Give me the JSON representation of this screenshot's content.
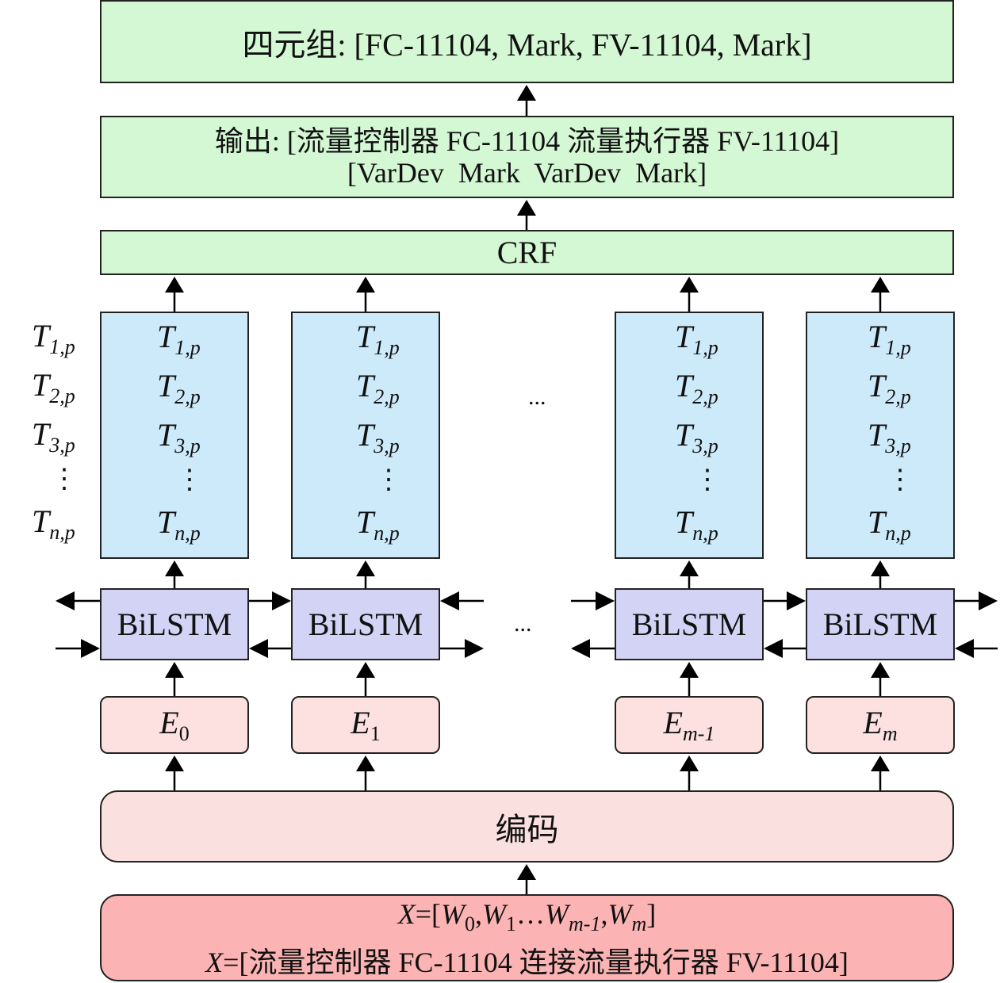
{
  "quad": {
    "label": "四元组: [FC-11104, Mark, FV-11104, Mark]"
  },
  "output": {
    "line1": "输出: [流量控制器 FC-11104 流量执行器 FV-11104]",
    "line2": "[VarDev  Mark  VarDev  Mark]"
  },
  "crf": {
    "label": "CRF"
  },
  "tags": {
    "t1": "T",
    "t1sub": "1,p",
    "t2": "T",
    "t2sub": "2,p",
    "t3": "T",
    "t3sub": "3,p",
    "vdots": "⋮",
    "tn": "T",
    "tnsub": "n,p"
  },
  "ellipsis": "...",
  "bilstm": {
    "label": "BiLSTM"
  },
  "embeds": [
    {
      "base": "E",
      "sub": "0"
    },
    {
      "base": "E",
      "sub": "1"
    },
    {
      "base": "E",
      "sub": "m-1"
    },
    {
      "base": "E",
      "sub": "m"
    }
  ],
  "encode": {
    "label": "编码"
  },
  "input": {
    "line1_x": "X",
    "line1_eq": "=[",
    "w": "W",
    "w0": "0",
    "comma": ",",
    "w1": "1",
    "mid": "…",
    "wm1": "m-1",
    "wm": "m",
    "close": "]",
    "line2_x": "X",
    "line2_rest": "=[流量控制器 FC-11104 连接流量执行器 FV-11104]"
  }
}
